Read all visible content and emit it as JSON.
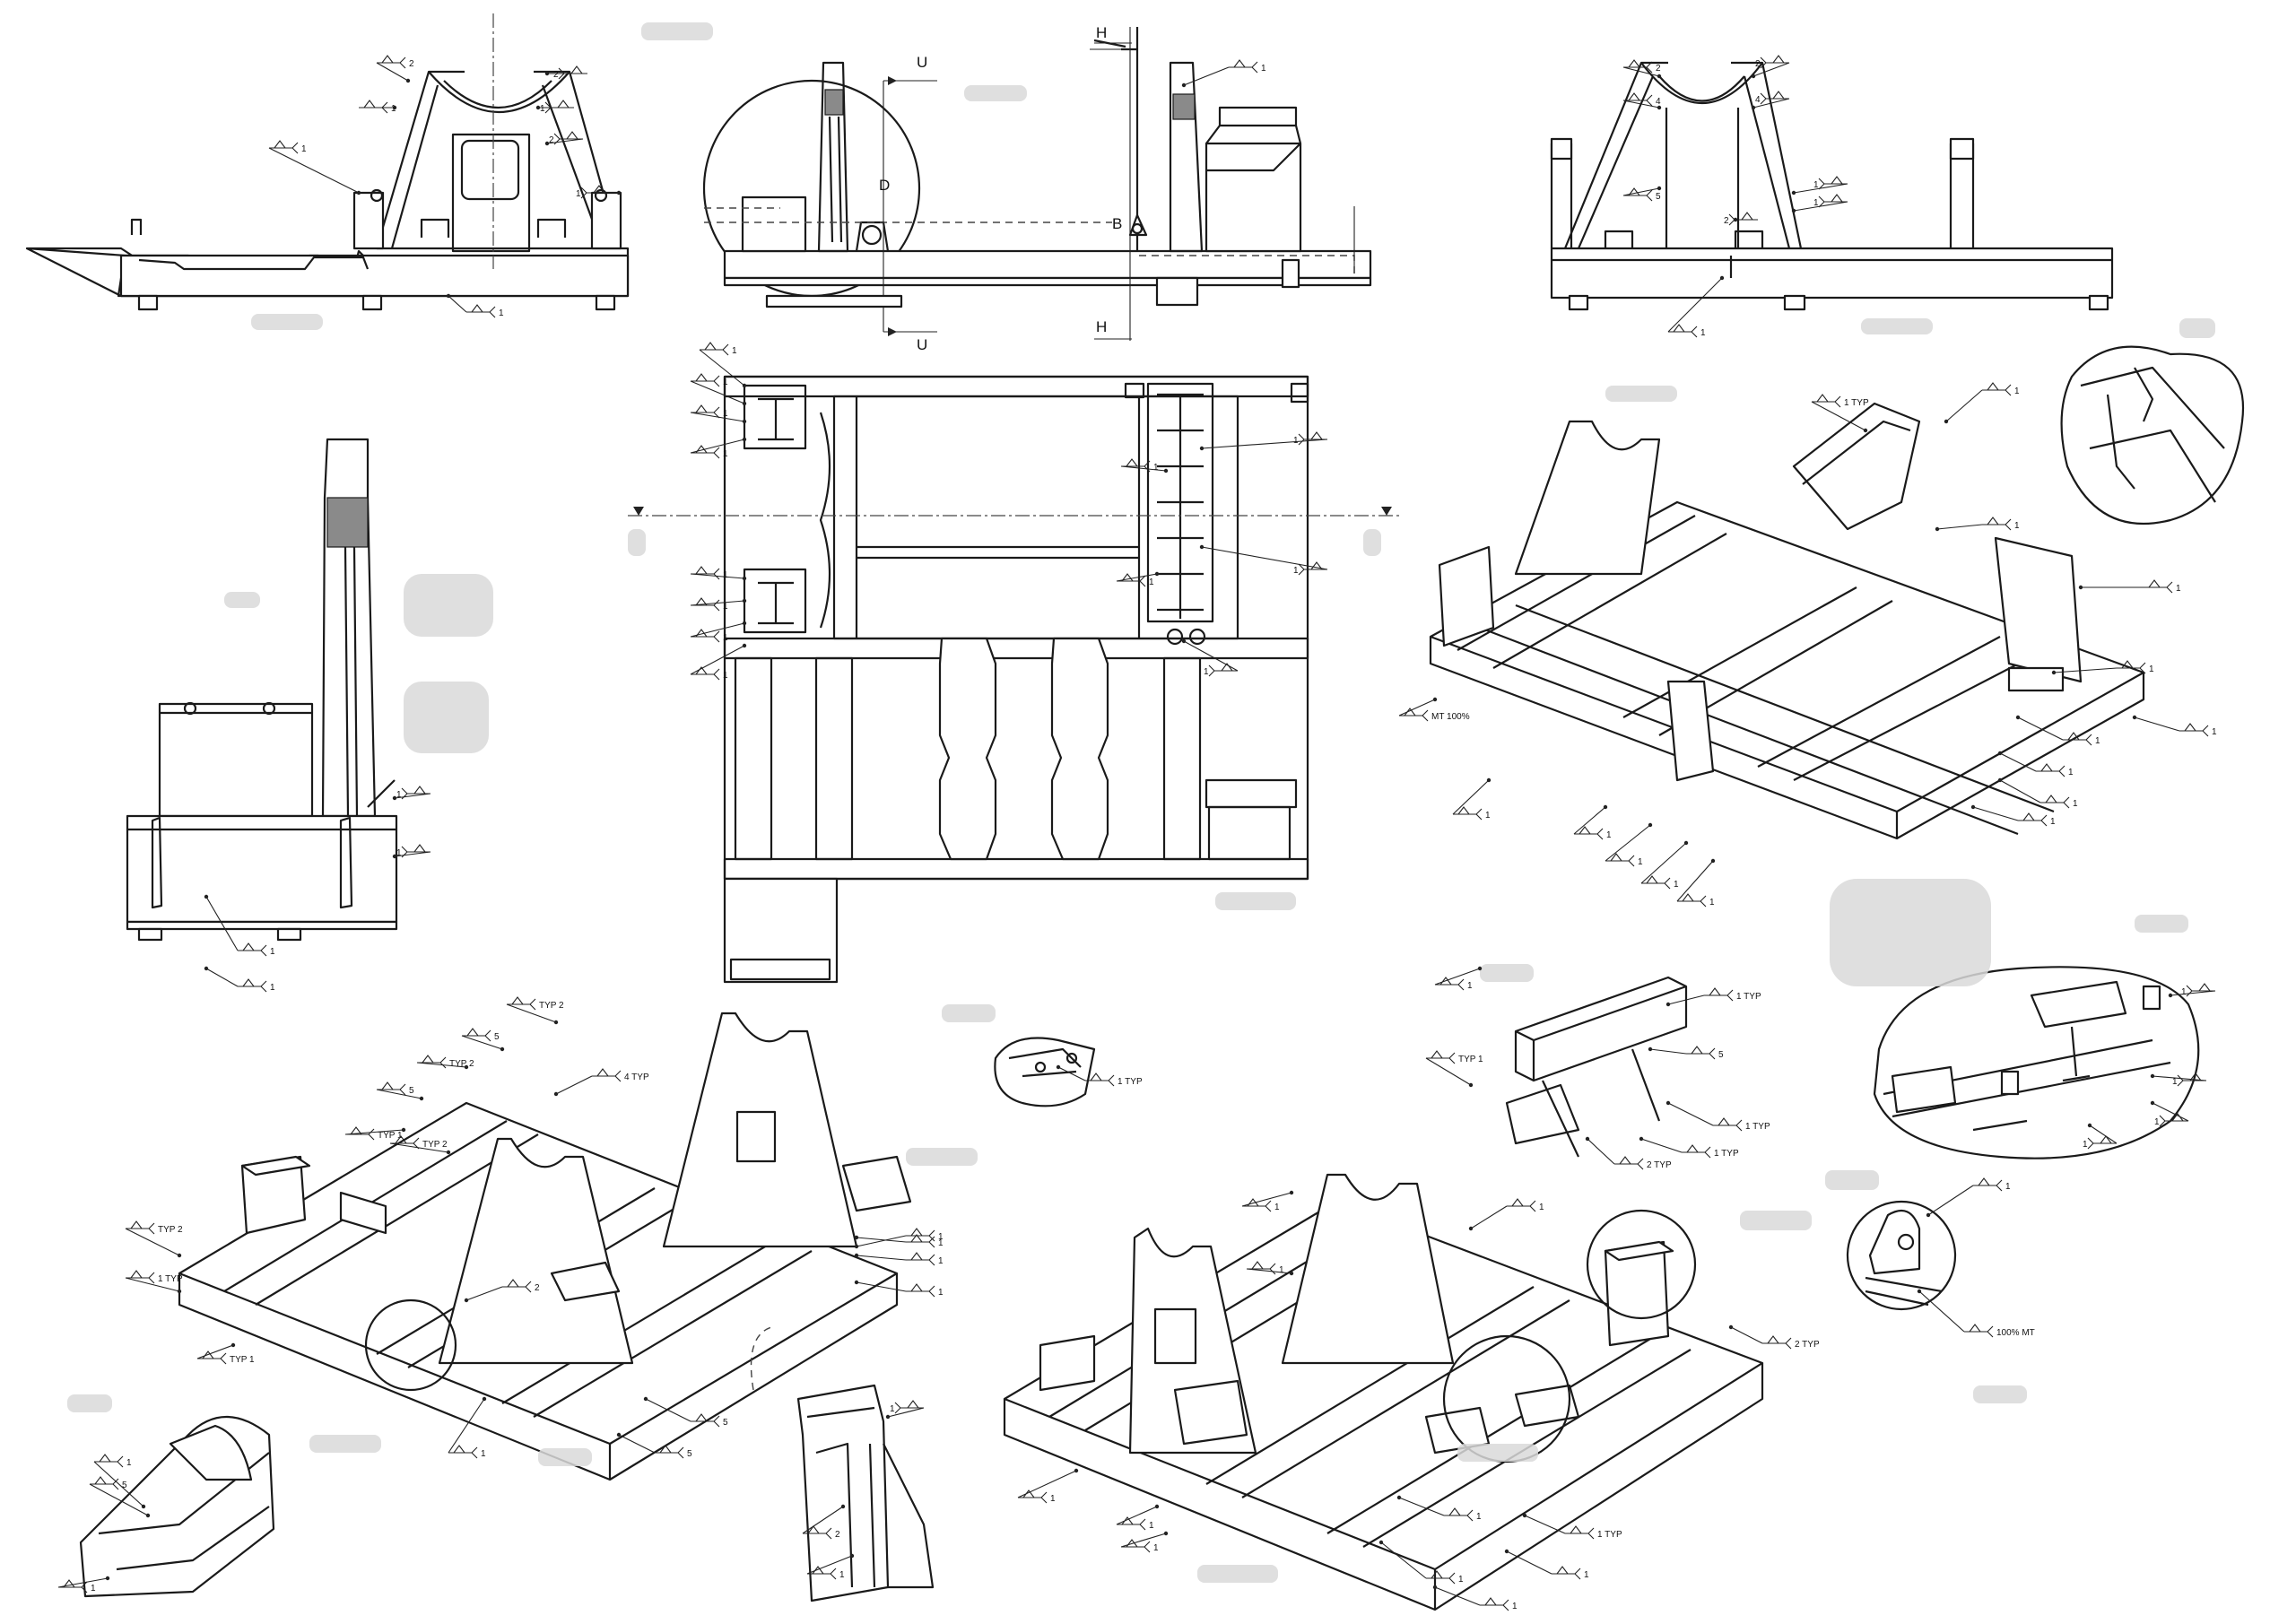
{
  "sheet": {
    "background": "#ffffff",
    "line_color": "#1a1a1a"
  },
  "section_letters": [
    "H",
    "H",
    "U",
    "U",
    "D",
    "B"
  ],
  "weld_labels": {
    "one": "1",
    "two": "2",
    "four": "4",
    "five": "5",
    "one_typ": "1 TYP",
    "two_typ": "2 TYP",
    "four_typ": "4 TYP",
    "typ_one": "TYP 1",
    "typ_two": "TYP 2",
    "mt_100": "MT 100%",
    "pct_100_mt": "100% MT"
  },
  "icons": [
    "weld-symbol-icon",
    "section-arrow-icon",
    "detail-circle-icon"
  ]
}
